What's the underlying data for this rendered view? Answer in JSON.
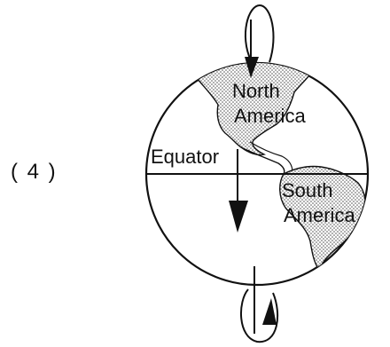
{
  "figure": {
    "choice_label": "( 4 )",
    "equator_label": "Equator",
    "continents": [
      {
        "line1": "North",
        "line2": "America"
      },
      {
        "line1": "South",
        "line2": "America"
      }
    ]
  },
  "colors": {
    "ink": "#111111",
    "background": "#ffffff",
    "land_fill": "#cfcfcf"
  },
  "icons": {
    "top_arrow": "down-arrow-icon",
    "center_arrow": "down-arrow-icon",
    "bottom_arrow": "up-arrow-icon"
  }
}
